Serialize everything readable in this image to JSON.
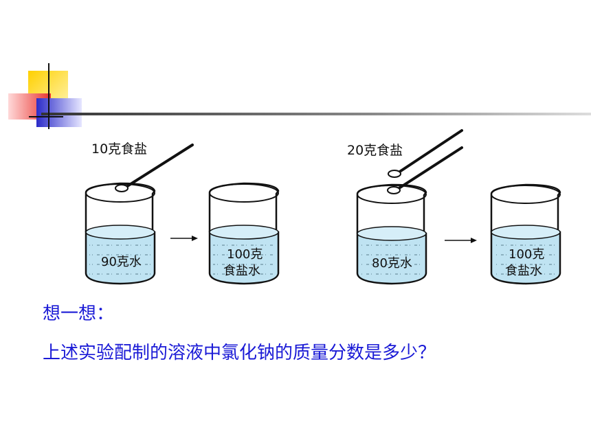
{
  "colors": {
    "accent_yellow": "#FFD400",
    "accent_red": "#E8332E",
    "accent_blue": "#2B2BC8",
    "water": "#BFE3F2",
    "question_text": "#1A1AD6"
  },
  "experiments": [
    {
      "salt_label": "10克食盐",
      "water_label": "90克水",
      "result_line1": "100克",
      "result_line2": "食盐水"
    },
    {
      "salt_label": "20克食盐",
      "water_label": "80克水",
      "result_line1": "100克",
      "result_line2": "食盐水"
    }
  ],
  "question": {
    "prompt": "想一想：",
    "text": "上述实验配制的溶液中氯化钠的质量分数是多少？"
  }
}
